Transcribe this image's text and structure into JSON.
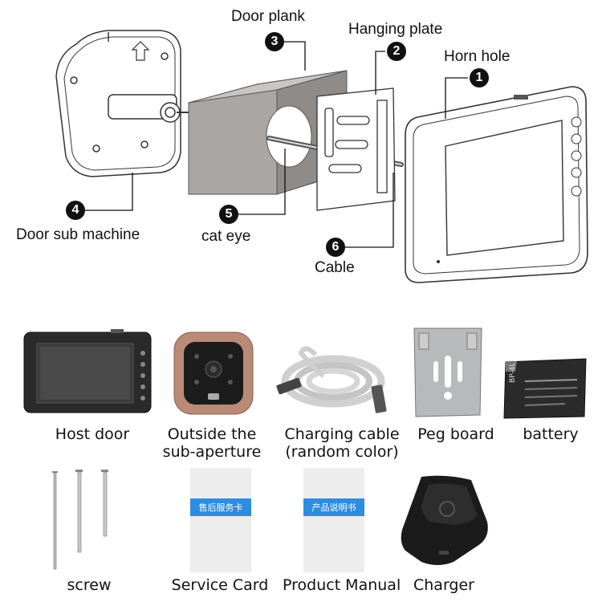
{
  "diagram": {
    "callouts": [
      {
        "number": "1",
        "label": "Horn hole"
      },
      {
        "number": "2",
        "label": "Hanging plate"
      },
      {
        "number": "3",
        "label": "Door plank"
      },
      {
        "number": "4",
        "label": "Door sub machine"
      },
      {
        "number": "5",
        "label": "cat eye"
      },
      {
        "number": "6",
        "label": "Cable"
      }
    ]
  },
  "items": {
    "host_door": "Host door",
    "outside_line1": "Outside the",
    "outside_line2": "sub-aperture",
    "charging_line1": "Charging cable",
    "charging_line2": "(random color)",
    "peg_board": "Peg board",
    "battery": "battery",
    "screw": "screw",
    "service_card": "Service Card",
    "product_manual": "Product Manual",
    "charger": "Charger"
  },
  "cards": {
    "service_card_text": "售后服务卡",
    "manual_card_text": "产品说明书"
  },
  "battery_label": "BP-4L"
}
